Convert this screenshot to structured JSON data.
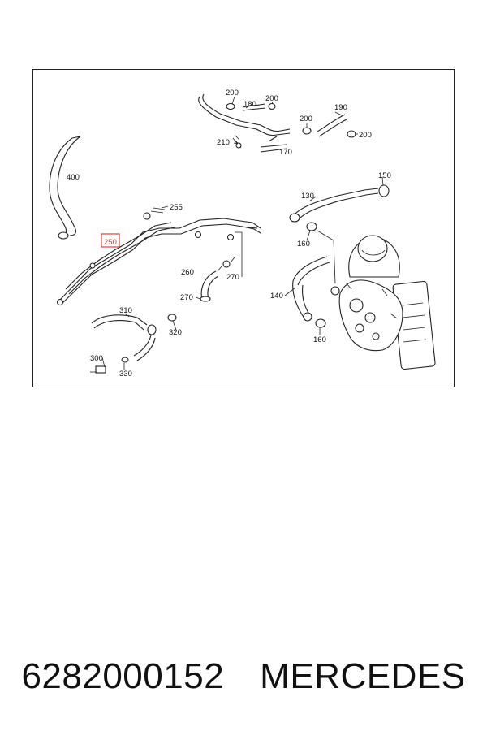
{
  "diagram": {
    "labels": {
      "l200a": "200",
      "l180": "180",
      "l200b": "200",
      "l200c": "200",
      "l190": "190",
      "l200d": "200",
      "l210": "210",
      "l170": "170",
      "l400": "400",
      "l150": "150",
      "l130": "130",
      "l255": "255",
      "l250": "250",
      "l160a": "160",
      "l260": "260",
      "l270a": "270",
      "l270b": "270",
      "l140": "140",
      "l310": "310",
      "l320": "320",
      "l160b": "160",
      "l300": "300",
      "l330": "330"
    },
    "highlight_color": "#e0302a"
  },
  "footer": {
    "part_number": "6282000152",
    "brand": "MERCEDES"
  }
}
